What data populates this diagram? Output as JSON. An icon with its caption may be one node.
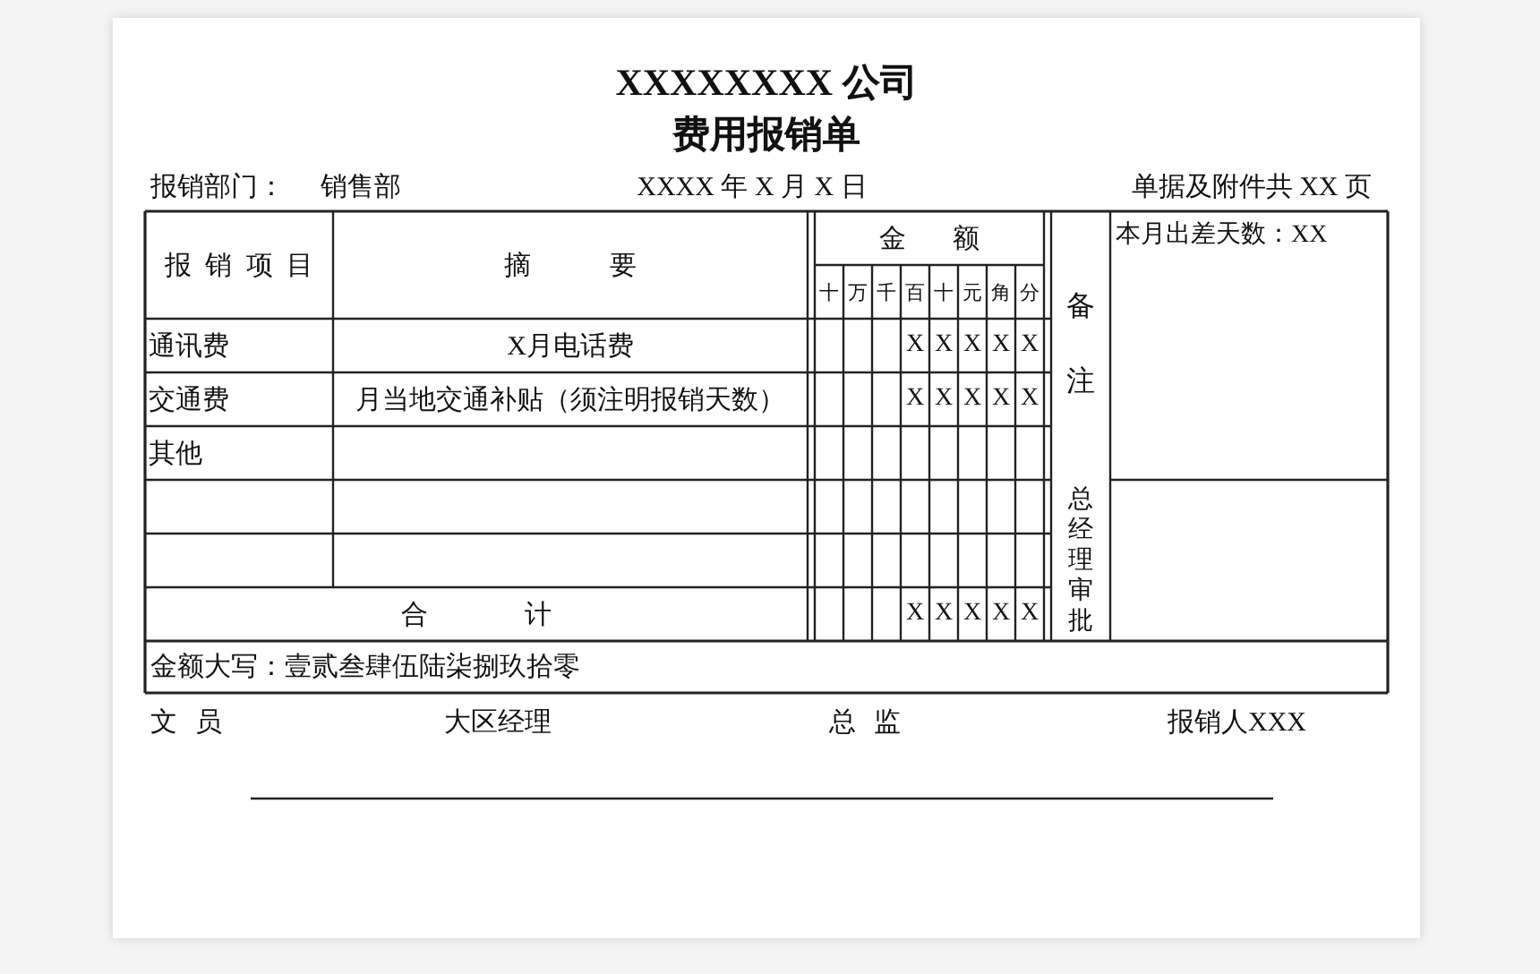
{
  "diagram": {
    "title": "XXXXXXXX 公司",
    "labels": [
      "费用报销单",
      "报销部门：",
      "销售部",
      "XXXX 年 X 月 X 日",
      "单据及附件共 XX 页",
      "报 销 项 目",
      "摘 要",
      "金 额",
      "备注",
      "本月出差天数：XX",
      "十",
      "万",
      "千",
      "百",
      "十",
      "元",
      "角",
      "分",
      "通讯费",
      "X月电话费",
      "X",
      "X",
      "X",
      "X",
      "X",
      "交通费",
      "月当地交通补贴（须注明报销天数）",
      "X",
      "X",
      "X",
      "X",
      "X",
      "其他",
      "总经理审批",
      "合 计",
      "X",
      "X",
      "X",
      "X",
      "X",
      "金额大写：壹贰叁肆伍陆柒捌玖拾零",
      "文 员",
      "大区经理",
      "总 监",
      "报销人XXX"
    ]
  }
}
